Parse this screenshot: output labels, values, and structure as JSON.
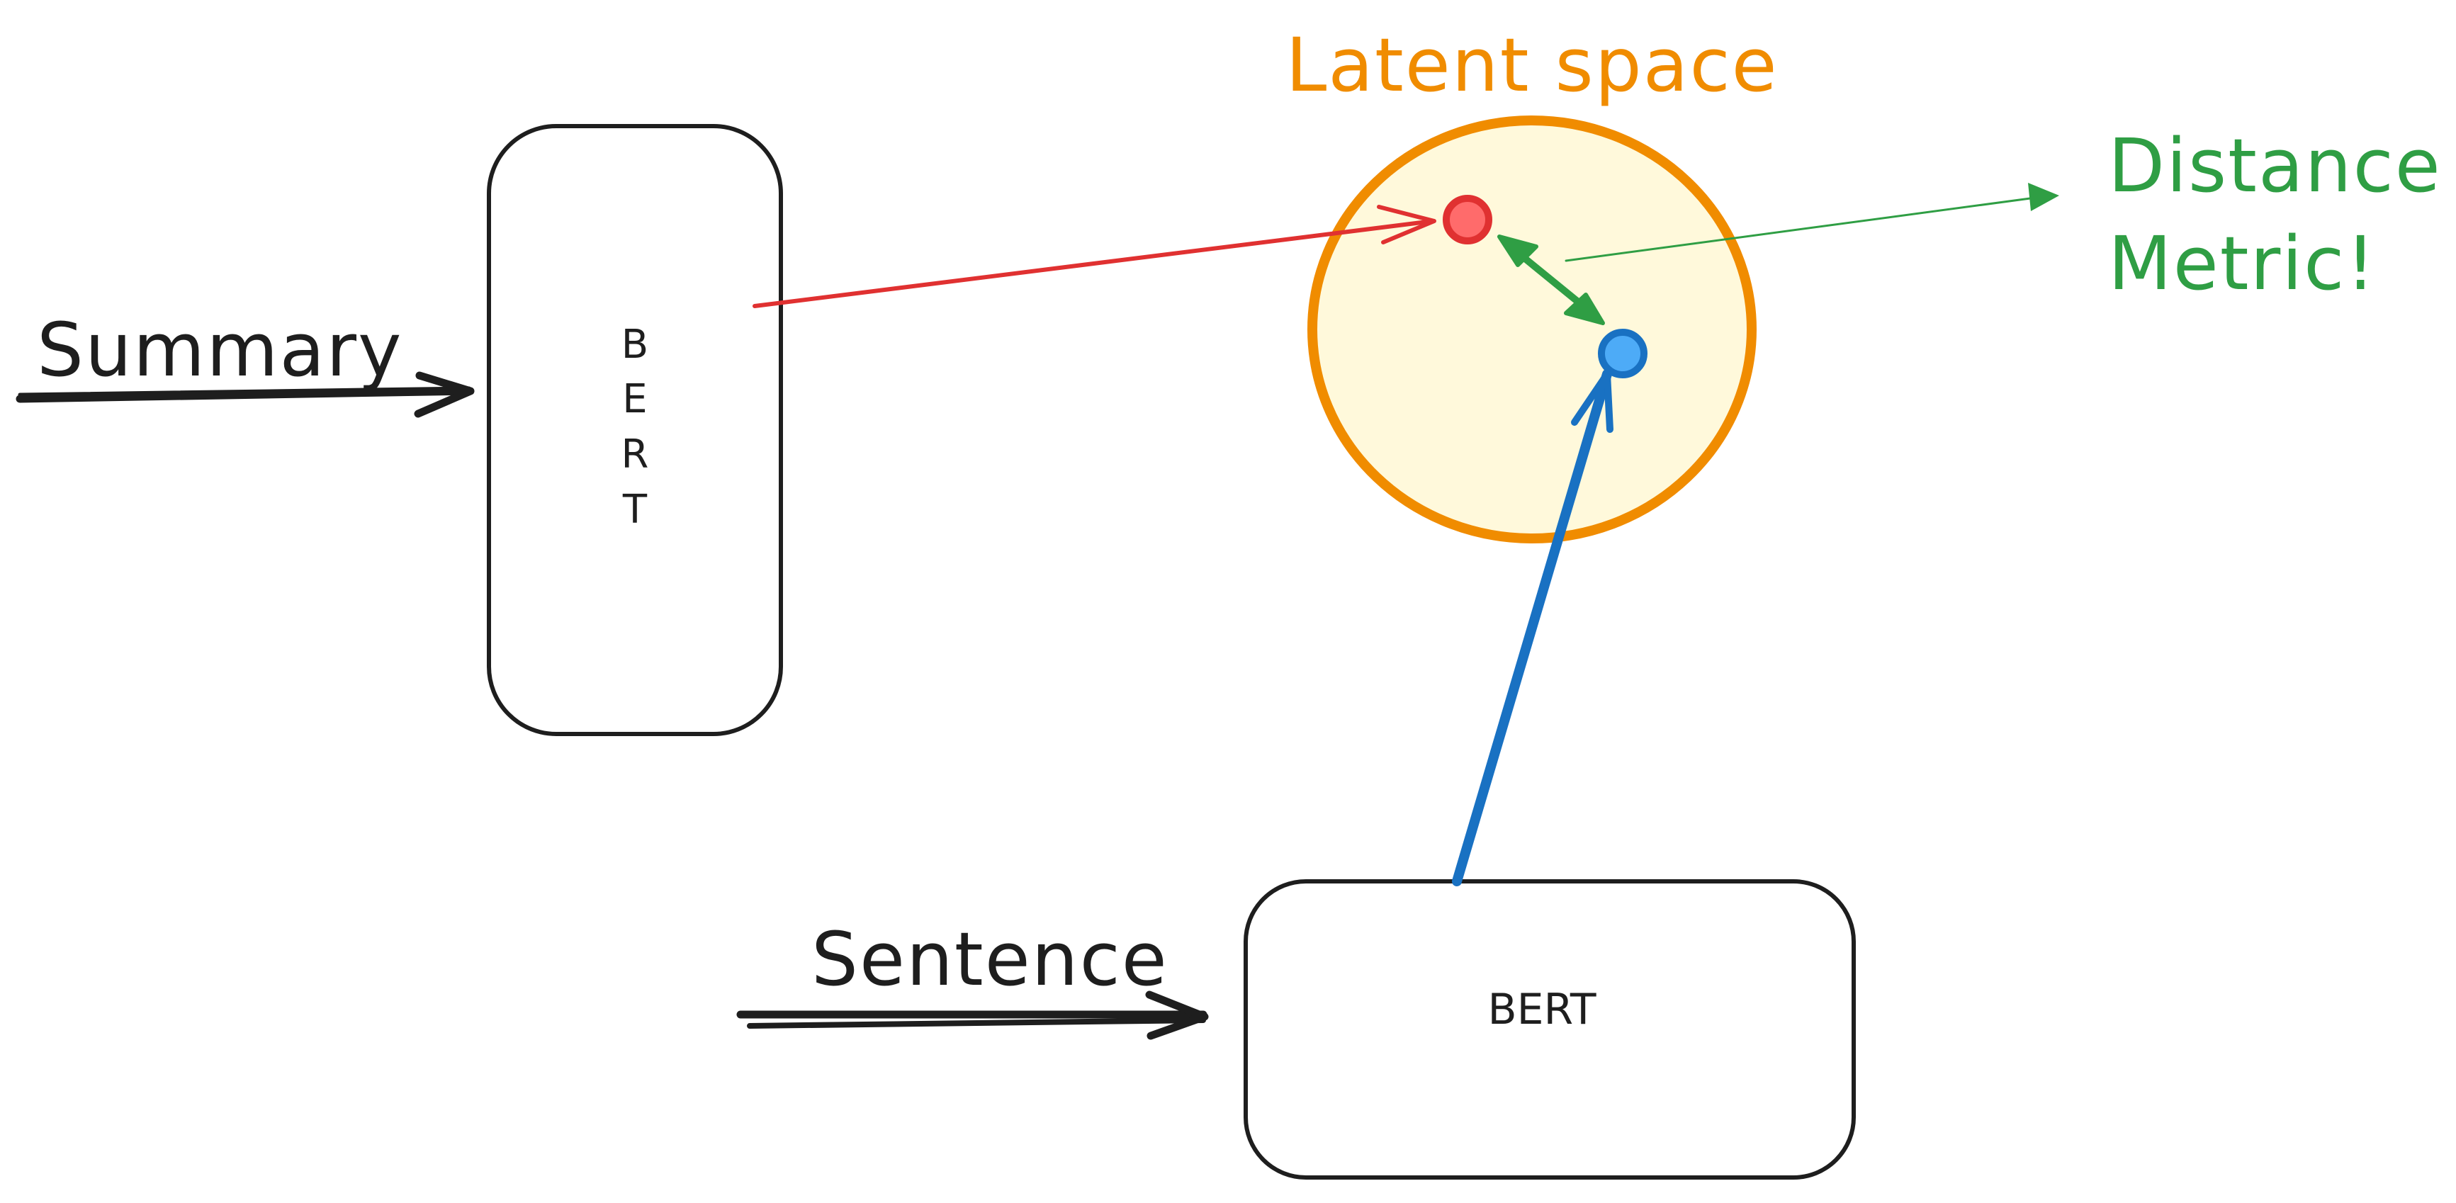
{
  "diagram": {
    "inputs": {
      "summary_label": "Summary",
      "sentence_label": "Sentence"
    },
    "encoders": {
      "top_box_letters": [
        "B",
        "E",
        "R",
        "T"
      ],
      "bottom_box_label": "BERT"
    },
    "latent_space": {
      "label": "Latent space"
    },
    "distance": {
      "line1": "Distance",
      "line2": "Metric!"
    },
    "colors": {
      "ink": "#1e1e1e",
      "latent_orange": "#f08c00",
      "latent_fill": "#fff9db",
      "summary_red": "#e03131",
      "sentence_blue": "#1971c2",
      "metric_green": "#2f9e44"
    }
  }
}
